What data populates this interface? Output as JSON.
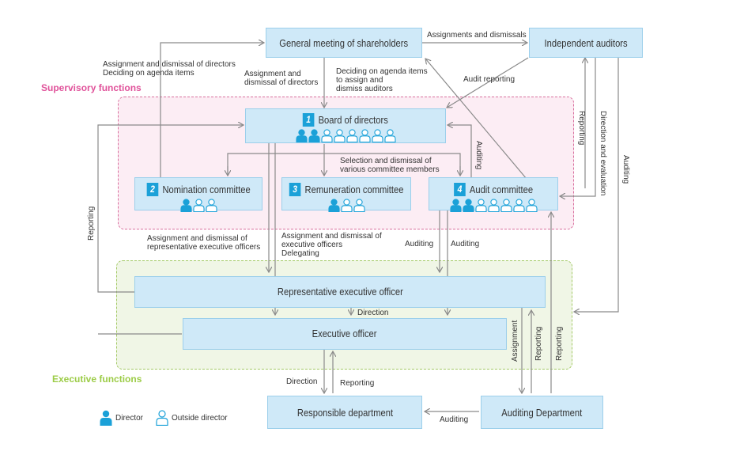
{
  "zones": {
    "supervisory": "Supervisory functions",
    "executive": "Executive functions"
  },
  "boxes": {
    "general_meeting": "General meeting of shareholders",
    "independent_auditors": "Independent auditors",
    "board": {
      "num": "1",
      "label": "Board of directors"
    },
    "nomination": {
      "num": "2",
      "label": "Nomination committee"
    },
    "remuneration": {
      "num": "3",
      "label": "Remuneration committee"
    },
    "audit": {
      "num": "4",
      "label": "Audit committee"
    },
    "rep_officer": "Representative executive officer",
    "exec_officer": "Executive officer",
    "responsible_dept": "Responsible department",
    "auditing_dept": "Auditing Department"
  },
  "members": {
    "board": {
      "directors": 2,
      "outside": 6
    },
    "nomination": {
      "directors": 1,
      "outside": 2
    },
    "remuneration": {
      "directors": 1,
      "outside": 2
    },
    "audit": {
      "directors": 2,
      "outside": 5
    }
  },
  "labels": {
    "assignments_dismissals": "Assignments and dismissals",
    "assign_dismiss_directors_top": "Assignment and dismissal of directors\nDeciding on agenda items",
    "assign_dismiss_directors": "Assignment and\ndismissal of directors",
    "deciding_agenda_auditors": "Deciding on agenda items\nto assign and\ndismiss auditors",
    "audit_reporting": "Audit reporting",
    "selection_dismissal": "Selection and dismissal of\nvarious committee members",
    "auditing_vert_audit": "Auditing",
    "reporting_right": "Reporting",
    "direction_evaluation": "Direction and evaluation",
    "auditing_far_right": "Auditing",
    "reporting_left": "Reporting",
    "assign_dismiss_rep": "Assignment and dismissal of\nrepresentative executive officers",
    "assign_dismiss_exec": "Assignment and dismissal of\nexecutive officers\nDelegating",
    "auditing_1": "Auditing",
    "auditing_2": "Auditing",
    "direction_mid": "Direction",
    "assignment_vert": "Assignment",
    "reporting_vert_1": "Reporting",
    "reporting_vert_2": "Reporting",
    "direction_bottom": "Direction",
    "reporting_bottom": "Reporting",
    "auditing_bottom": "Auditing"
  },
  "legend": {
    "director": "Director",
    "outside_director": "Outside director"
  },
  "colors": {
    "box_fill": "#cfe9f8",
    "box_border": "#9ccfeb",
    "icon": "#1ba1d8",
    "supervisory_label": "#e0529a",
    "executive_label": "#9ccc47",
    "arrow": "#8a8a8a"
  }
}
